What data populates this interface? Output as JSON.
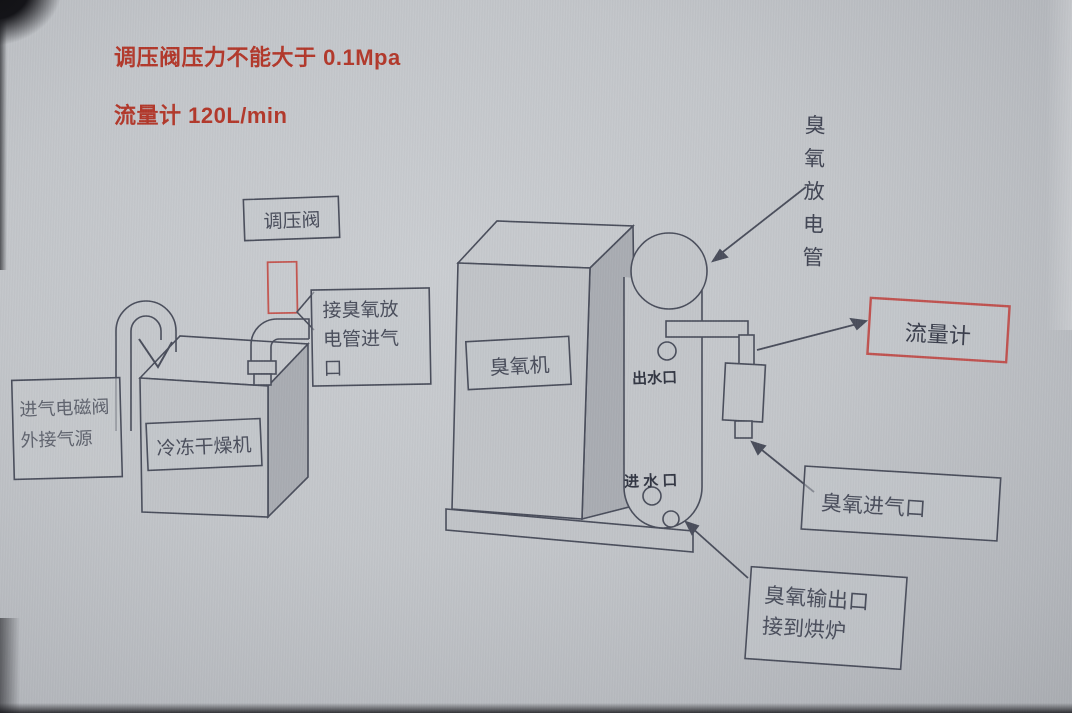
{
  "screen": {
    "notes": [
      {
        "text": "调压阀压力不能大于 0.1Mpa"
      },
      {
        "text": "流量计 120L/min"
      }
    ],
    "labels": {
      "regulator_valve": "调压阀",
      "regulator_connection": "接臭氧放\n电管进气\n口",
      "inlet_solenoid": "进气电磁阀\n外接气源",
      "freeze_dryer": "冷冻干燥机",
      "ozone_machine": "臭氧机",
      "water_outlet": "出水口",
      "water_inlet": "进 水 口",
      "discharge_tube": "臭氧放电管",
      "flow_meter": "流量计",
      "ozone_gas_inlet": "臭氧进气口",
      "ozone_output": "臭氧输出口\n接到烘炉"
    },
    "colors": {
      "annotation_red": "#b23527",
      "highlight_box_red": "#c0504d",
      "valve_red": "#c4554f",
      "line_dark": "#474b59",
      "screen_gray": "#c3c6ca"
    }
  }
}
